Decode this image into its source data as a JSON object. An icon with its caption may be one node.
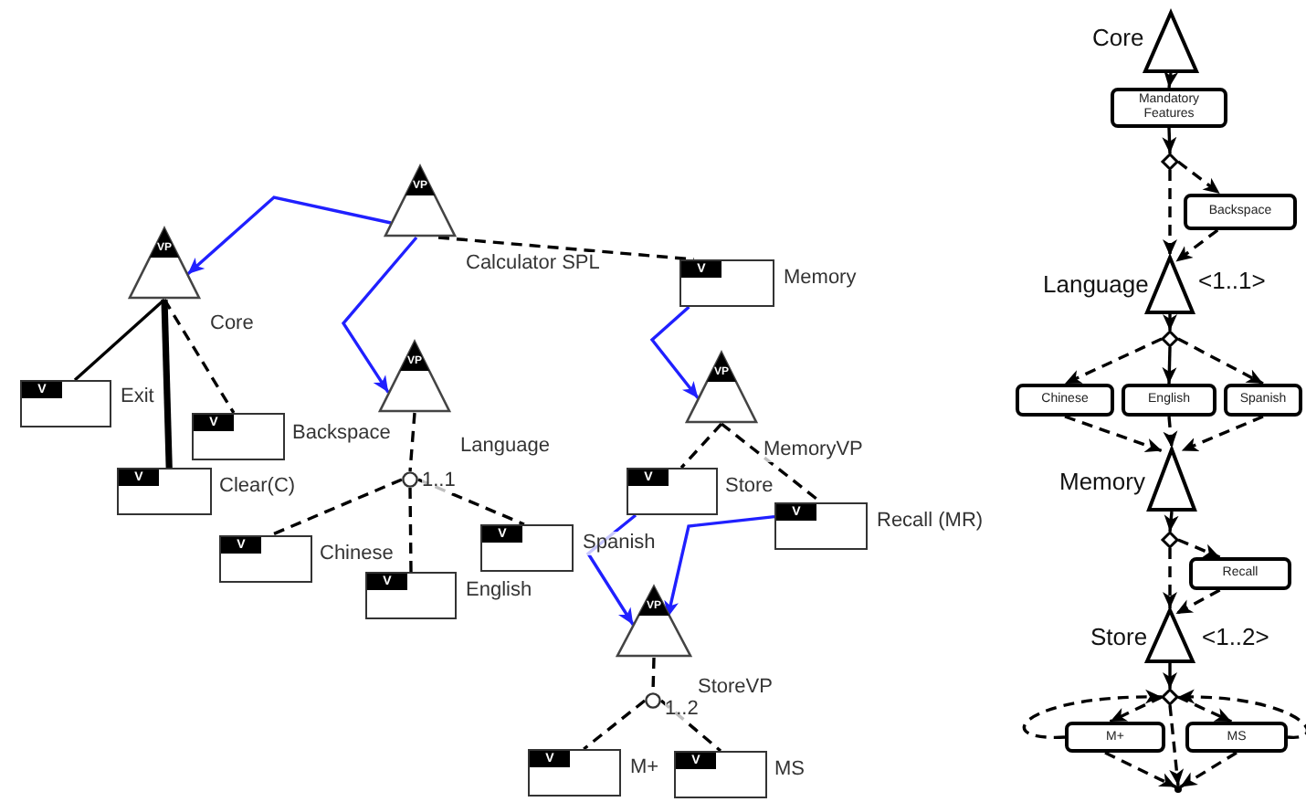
{
  "diagram": {
    "nodes": [
      {
        "text": [
          "VP"
        ],
        "beside": [
          "Calculator SPL"
        ]
      },
      {
        "text": [
          "VP"
        ],
        "beside": [
          "Core"
        ]
      },
      {
        "text": [
          "VP"
        ],
        "beside": [
          "Language"
        ]
      },
      {
        "text": [
          "V"
        ],
        "beside": [
          "Memory"
        ]
      },
      {
        "text": [
          "V"
        ],
        "beside": [
          "Exit"
        ]
      },
      {
        "text": [
          "V"
        ],
        "beside": [
          "Backspace"
        ]
      },
      {
        "text": [
          "V"
        ],
        "beside": [
          "Clear(C)"
        ]
      },
      {
        "text": [],
        "shape": "circle",
        "beside": [
          "1..1"
        ]
      },
      {
        "text": [
          "V"
        ],
        "beside": [
          "Chinese"
        ]
      },
      {
        "text": [
          "V"
        ],
        "beside": [
          "Spanish"
        ]
      },
      {
        "text": [
          "V"
        ],
        "beside": [
          "English"
        ]
      },
      {
        "text": [
          "VP"
        ],
        "beside": [
          "MemoryVP"
        ]
      },
      {
        "text": [
          "V"
        ],
        "beside": [
          "Store"
        ]
      },
      {
        "text": [
          "V"
        ],
        "beside": [
          "Recall (MR)"
        ]
      },
      {
        "text": [
          "VP"
        ],
        "beside": [
          "StoreVP"
        ]
      },
      {
        "text": [],
        "shape": "circle",
        "beside": [
          "1..2"
        ]
      },
      {
        "text": [
          "V"
        ],
        "beside": [
          "M+"
        ]
      },
      {
        "text": [
          "V"
        ],
        "beside": [
          "MS"
        ]
      },
      {
        "text": [],
        "shape": "triangle",
        "beside": [
          "Core"
        ]
      },
      {
        "text": [
          "Mandatory Features"
        ]
      },
      {
        "text": [],
        "shape": "diamond"
      },
      {
        "text": [
          "Backspace"
        ]
      },
      {
        "text": [],
        "shape": "triangle",
        "beside": [
          "Language",
          "<1..1>"
        ]
      },
      {
        "text": [],
        "shape": "diamond"
      },
      {
        "text": [
          "Chinese"
        ]
      },
      {
        "text": [
          "English"
        ]
      },
      {
        "text": [
          "Spanish"
        ]
      },
      {
        "text": [],
        "shape": "triangle",
        "beside": [
          "Memory"
        ]
      },
      {
        "text": [],
        "shape": "diamond"
      },
      {
        "text": [
          "Recall"
        ]
      },
      {
        "text": [],
        "shape": "triangle",
        "beside": [
          "Store",
          "<1..2>"
        ]
      },
      {
        "text": [],
        "shape": "diamond"
      },
      {
        "text": [
          "M+"
        ]
      },
      {
        "text": [
          "MS"
        ]
      },
      {
        "text": [],
        "shape": "dot"
      }
    ],
    "edges": [
      {
        "from": 0,
        "to": 1,
        "arrow": "to",
        "color": "#2020ff"
      },
      {
        "from": 0,
        "to": 2,
        "arrow": "to",
        "color": "#2020ff"
      },
      {
        "from": 0,
        "to": 3,
        "arrow": "none",
        "style": "dashed"
      },
      {
        "from": 1,
        "to": 4,
        "arrow": "none"
      },
      {
        "from": 1,
        "to": 6,
        "arrow": "none",
        "style": "thick"
      },
      {
        "from": 1,
        "to": 5,
        "arrow": "none",
        "style": "dashed"
      },
      {
        "from": 2,
        "to": 7,
        "arrow": "none",
        "style": "dashed"
      },
      {
        "from": 7,
        "to": 8,
        "arrow": "none",
        "style": "dashed"
      },
      {
        "from": 7,
        "to": 10,
        "arrow": "none",
        "style": "dashed"
      },
      {
        "from": 7,
        "to": 9,
        "arrow": "none",
        "style": "dashed"
      },
      {
        "from": 3,
        "to": 11,
        "arrow": "to",
        "color": "#2020ff"
      },
      {
        "from": 11,
        "to": 12,
        "arrow": "none",
        "style": "dashed"
      },
      {
        "from": 11,
        "to": 13,
        "arrow": "none",
        "style": "dashed"
      },
      {
        "from": 12,
        "to": 14,
        "arrow": "to",
        "color": "#2020ff"
      },
      {
        "from": 13,
        "to": 14,
        "arrow": "to",
        "color": "#2020ff"
      },
      {
        "from": 14,
        "to": 15,
        "arrow": "none",
        "style": "dashed"
      },
      {
        "from": 15,
        "to": 16,
        "arrow": "none",
        "style": "dashed"
      },
      {
        "from": 15,
        "to": 17,
        "arrow": "none",
        "style": "dashed"
      },
      {
        "from": 18,
        "to": 19,
        "arrow": "to"
      },
      {
        "from": 19,
        "to": 20,
        "arrow": "to"
      },
      {
        "from": 20,
        "to": 21,
        "arrow": "to",
        "style": "dashed"
      },
      {
        "from": 20,
        "to": 22,
        "arrow": "to",
        "style": "dashed"
      },
      {
        "from": 21,
        "to": 22,
        "arrow": "to",
        "style": "dashed"
      },
      {
        "from": 22,
        "to": 23,
        "arrow": "to"
      },
      {
        "from": 23,
        "to": 24,
        "arrow": "to",
        "style": "dashed"
      },
      {
        "from": 23,
        "to": 25,
        "arrow": "to"
      },
      {
        "from": 23,
        "to": 26,
        "arrow": "to",
        "style": "dashed"
      },
      {
        "from": 24,
        "to": 27,
        "arrow": "to",
        "style": "dashed"
      },
      {
        "from": 25,
        "to": 27,
        "arrow": "to",
        "style": "dashed"
      },
      {
        "from": 26,
        "to": 27,
        "arrow": "to",
        "style": "dashed"
      },
      {
        "from": 27,
        "to": 28,
        "arrow": "to"
      },
      {
        "from": 28,
        "to": 29,
        "arrow": "to",
        "style": "dashed"
      },
      {
        "from": 28,
        "to": 30,
        "arrow": "to",
        "style": "dashed"
      },
      {
        "from": 29,
        "to": 30,
        "arrow": "to",
        "style": "dashed"
      },
      {
        "from": 30,
        "to": 31,
        "arrow": "to"
      },
      {
        "from": 31,
        "to": 32,
        "arrow": "to",
        "style": "dashed"
      },
      {
        "from": 31,
        "to": 33,
        "arrow": "to",
        "style": "dashed"
      },
      {
        "from": 32,
        "to": 31,
        "arrow": "to",
        "style": "dashed"
      },
      {
        "from": 33,
        "to": 31,
        "arrow": "to",
        "style": "dashed"
      },
      {
        "from": 32,
        "to": 34,
        "arrow": "to",
        "style": "dashed"
      },
      {
        "from": 31,
        "to": 34,
        "arrow": "to",
        "style": "dashed"
      },
      {
        "from": 33,
        "to": 34,
        "arrow": "to",
        "style": "dashed"
      }
    ]
  }
}
